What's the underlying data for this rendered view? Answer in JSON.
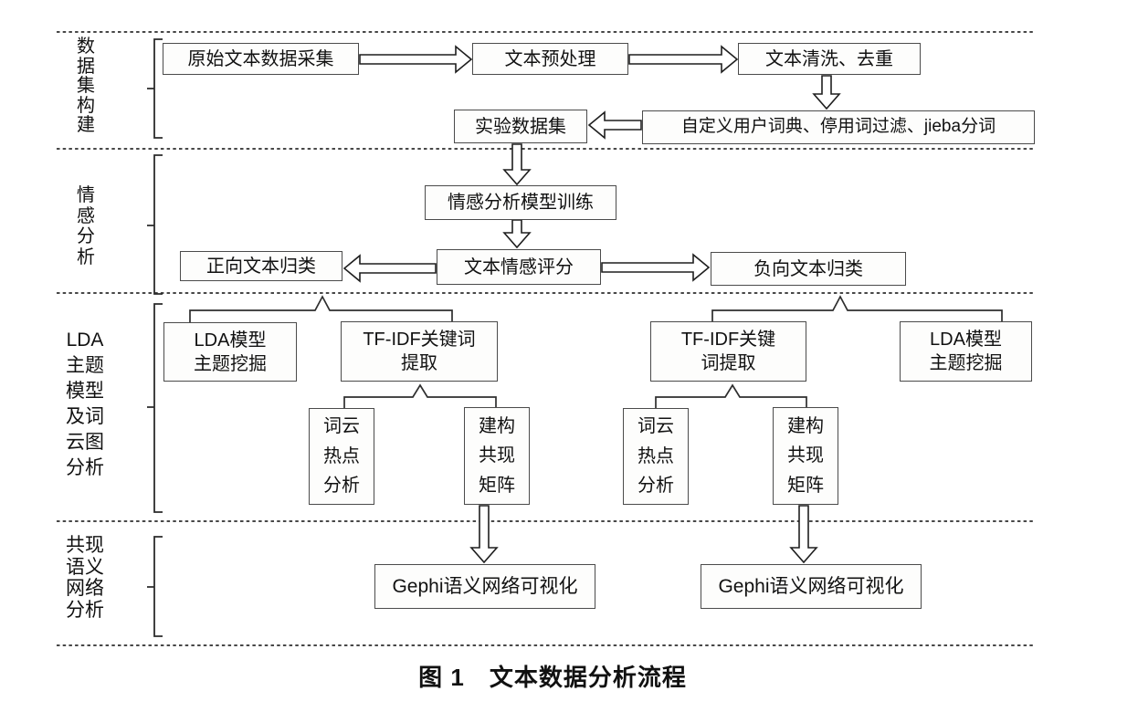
{
  "figure": {
    "caption": "图 1　文本数据分析流程"
  },
  "sections": {
    "dataset": {
      "label": "数\n据\n集\n构\n建"
    },
    "sentiment": {
      "label": "情\n感\n分\n析"
    },
    "lda": {
      "label": "LDA\n主题\n模型\n及词\n云图\n分析"
    },
    "network": {
      "label": "共现\n语义\n网络\n分析"
    }
  },
  "boxes": {
    "raw_collection": "原始文本数据采集",
    "preprocessing": "文本预处理",
    "cleaning": "文本清洗、去重",
    "experiment_dataset": "实验数据集",
    "dictionary_segmentation": "自定义用户词典、停用词过滤、jieba分词",
    "sentiment_model_training": "情感分析模型训练",
    "sentiment_scoring": "文本情感评分",
    "positive_classification": "正向文本归类",
    "negative_classification": "负向文本归类",
    "lda_mining_left": "LDA模型\n主题挖掘",
    "tfidf_left": "TF-IDF关键词\n提取",
    "tfidf_right": "TF-IDF关键\n词提取",
    "lda_mining_right": "LDA模型\n主题挖掘",
    "wordcloud_left": "词云\n热点\n分析",
    "matrix_left": "建构\n共现\n矩阵",
    "wordcloud_right": "词云\n热点\n分析",
    "matrix_right": "建构\n共现\n矩阵",
    "gephi_left": "Gephi语义网络可视化",
    "gephi_right": "Gephi语义网络可视化"
  },
  "colors": {
    "line": "#2e2e2e",
    "box_border": "#4b4b4b",
    "box_fill": "#fdfdfc",
    "text": "#111111"
  }
}
